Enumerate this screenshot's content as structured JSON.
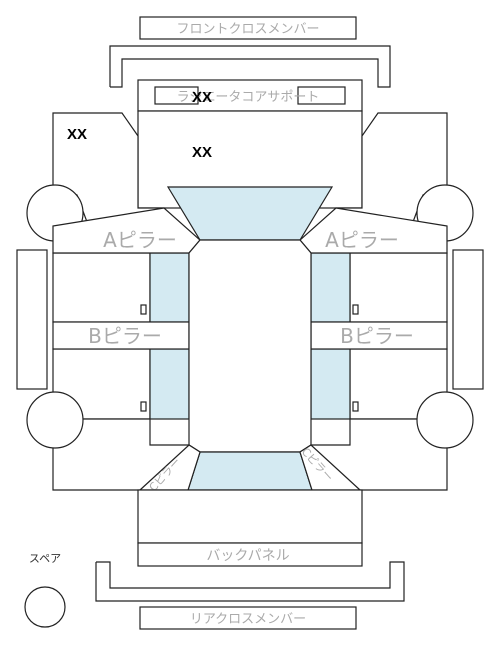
{
  "colors": {
    "line": "#222222",
    "glass": "#d4eaf2",
    "label": "#aaaaaa",
    "mark": "#000000"
  },
  "labels": {
    "front_cross_member": "フロントクロスメンバー",
    "radiator_support": "ラジエータコアサポート",
    "a_pillar_left": "Aピラー",
    "a_pillar_right": "Aピラー",
    "b_pillar_left": "Bピラー",
    "b_pillar_right": "Bピラー",
    "c_pillar_left": "Cピラー",
    "c_pillar_right": "Cピラー",
    "back_panel": "バックパネル",
    "rear_cross_member": "リアクロスメンバー",
    "spare": "スペア"
  },
  "marks": {
    "core_support_mark": "XX",
    "left_fender_mark": "XX",
    "hood_mark": "XX"
  }
}
